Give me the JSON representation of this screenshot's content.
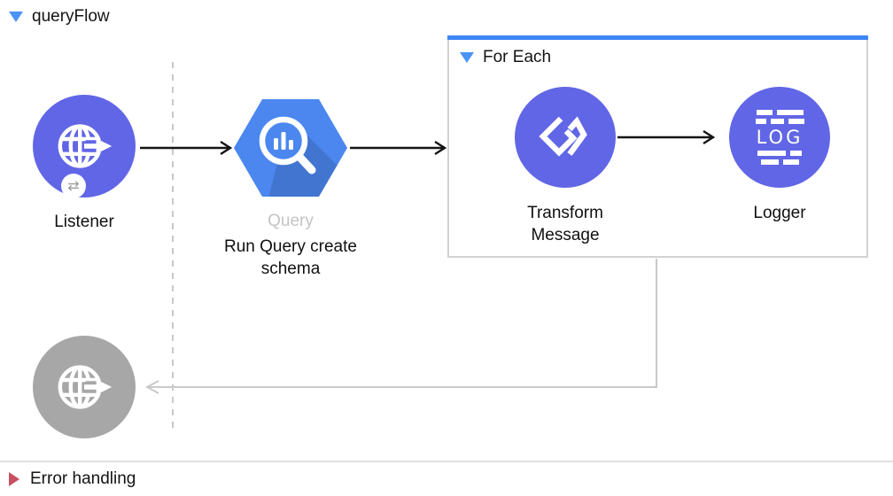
{
  "flow": {
    "title": "queryFlow",
    "collapse_icon": "triangle-down-blue",
    "nodes": {
      "listener": {
        "label": "Listener",
        "icon": "globe-arrow-icon",
        "badge_icon": "exchange-arrows-icon",
        "badge_glyph": "⇄"
      },
      "query": {
        "label": "Query",
        "description": "Run Query create schema",
        "icon": "bigquery-hexagon-magnifier-icon"
      },
      "transform_message": {
        "label": "Transform Message",
        "icon": "dataweave-icon"
      },
      "logger": {
        "label": "Logger",
        "icon": "log-lines-icon",
        "icon_text": "LOG"
      },
      "error_listener": {
        "label": "",
        "icon": "globe-arrow-icon",
        "state": "disabled"
      }
    },
    "scope": {
      "title": "For Each",
      "collapse_icon": "triangle-down-blue"
    }
  },
  "error_handling": {
    "title": "Error handling",
    "collapse_icon": "triangle-right-red"
  },
  "colors": {
    "node_purple": "#6166e6",
    "node_disabled_gray": "#a7a7a7",
    "bigquery_blue": "#4b87ef",
    "scope_topbar_blue": "#3e86f3",
    "collapse_triangle_blue": "#4b94f7",
    "error_triangle_red": "#c75062",
    "connector_black": "#151515",
    "connector_light_gray": "#c9c9c9",
    "dashed_guide_gray": "#c8c8c8",
    "muted_label_gray": "#c4c4c4"
  }
}
